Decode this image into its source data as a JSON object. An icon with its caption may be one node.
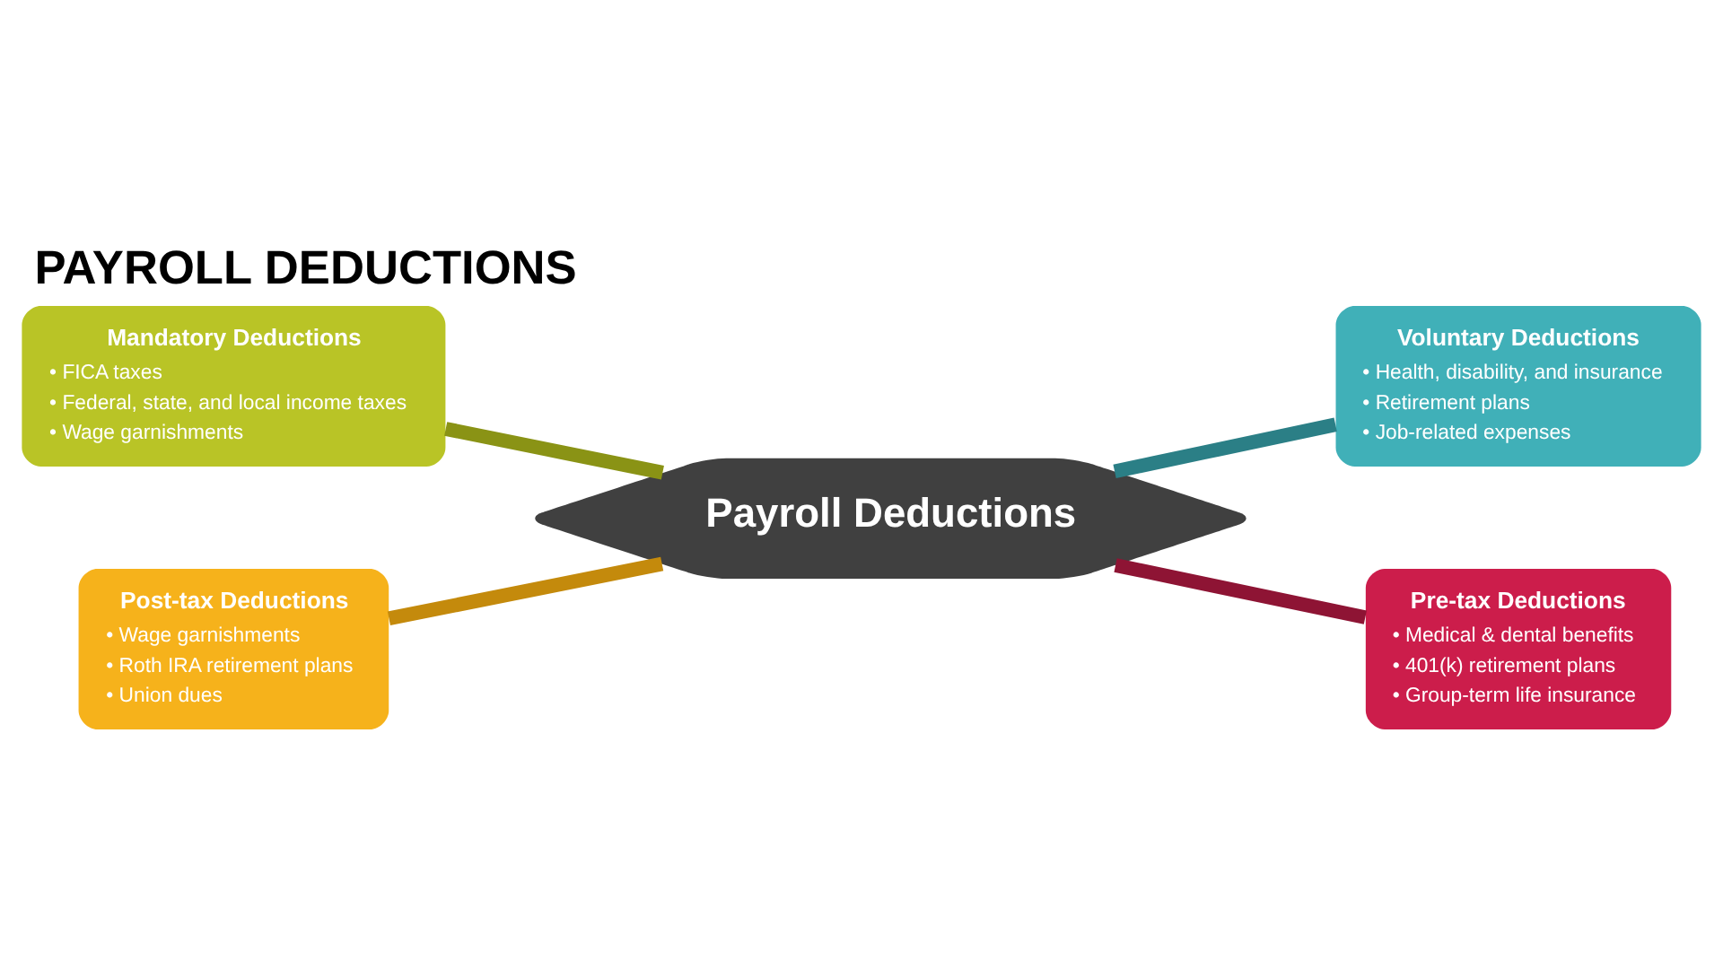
{
  "diagram": {
    "title": "PAYROLL DEDUCTIONS",
    "nodes": [
      {
        "text": [
          "Mandatory Deductions",
          "• FICA taxes",
          "• Federal, state, and local income taxes",
          "• Wage garnishments"
        ]
      },
      {
        "text": [
          "Voluntary Deductions",
          "• Health, disability, and insurance",
          "• Retirement plans",
          "• Job-related expenses"
        ]
      },
      {
        "text": [
          "Payroll Deductions"
        ]
      },
      {
        "text": [
          "Post-tax Deductions",
          "• Wage garnishments",
          "• Roth IRA retirement plans",
          "• Union dues"
        ]
      },
      {
        "text": [
          "Pre-tax Deductions",
          "• Medical & dental benefits",
          "• 401(k) retirement plans",
          "• Group-term life insurance"
        ]
      }
    ],
    "edges": [
      {
        "from": 0,
        "to": 2,
        "arrow": "none",
        "color": "#8a9315"
      },
      {
        "from": 2,
        "to": 1,
        "arrow": "none",
        "color": "#2b7f86"
      },
      {
        "from": 3,
        "to": 2,
        "arrow": "none",
        "color": "#c48a0c"
      },
      {
        "from": 2,
        "to": 4,
        "arrow": "none",
        "color": "#8e1434"
      }
    ]
  }
}
